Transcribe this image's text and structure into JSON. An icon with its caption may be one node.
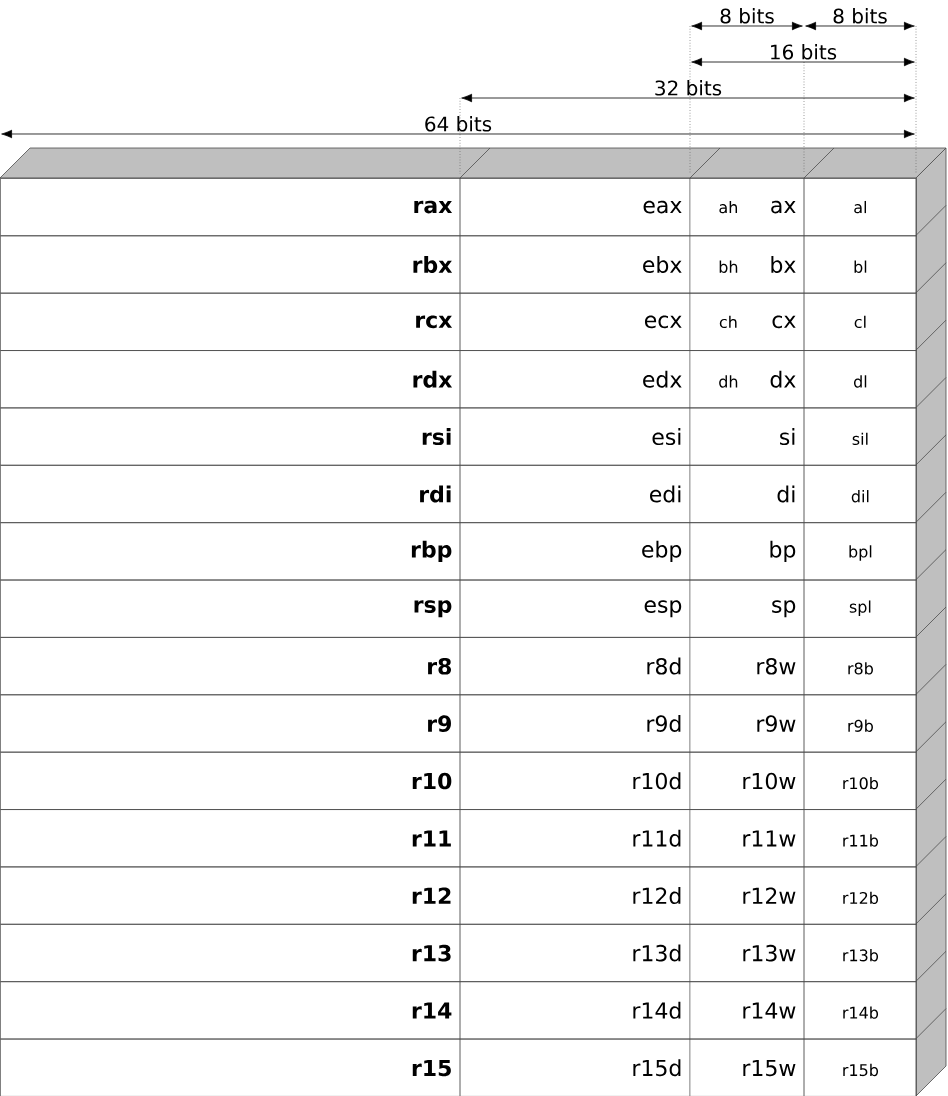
{
  "diagram": {
    "nodes": [
      {
        "text": [
          "rax",
          "eax",
          "ah",
          "ax",
          "al"
        ]
      },
      {
        "text": [
          "rbx",
          "ebx",
          "bh",
          "bx",
          "bl"
        ]
      },
      {
        "text": [
          "rcx",
          "ecx",
          "ch",
          "cx",
          "cl"
        ]
      },
      {
        "text": [
          "rdx",
          "edx",
          "dh",
          "dx",
          "dl"
        ]
      },
      {
        "text": [
          "rsi",
          "esi",
          "si",
          "sil"
        ]
      },
      {
        "text": [
          "rdi",
          "edi",
          "di",
          "dil"
        ]
      },
      {
        "text": [
          "rbp",
          "ebp",
          "bp",
          "bpl"
        ]
      },
      {
        "text": [
          "rsp",
          "esp",
          "sp",
          "spl"
        ]
      },
      {
        "text": [
          "r8",
          "r8d",
          "r8w",
          "r8b"
        ]
      },
      {
        "text": [
          "r9",
          "r9d",
          "r9w",
          "r9b"
        ]
      },
      {
        "text": [
          "r10",
          "r10d",
          "r10w",
          "r10b"
        ]
      },
      {
        "text": [
          "r11",
          "r11d",
          "r11w",
          "r11b"
        ]
      },
      {
        "text": [
          "r12",
          "r12d",
          "r12w",
          "r12b"
        ]
      },
      {
        "text": [
          "r13",
          "r13d",
          "r13w",
          "r13b"
        ]
      },
      {
        "text": [
          "r14",
          "r14d",
          "r14w",
          "r14b"
        ]
      },
      {
        "text": [
          "r15",
          "r15d",
          "r15w",
          "r15b"
        ]
      }
    ],
    "labels": [
      "8 bits",
      "8 bits",
      "16 bits",
      "32 bits",
      "64 bits"
    ]
  }
}
